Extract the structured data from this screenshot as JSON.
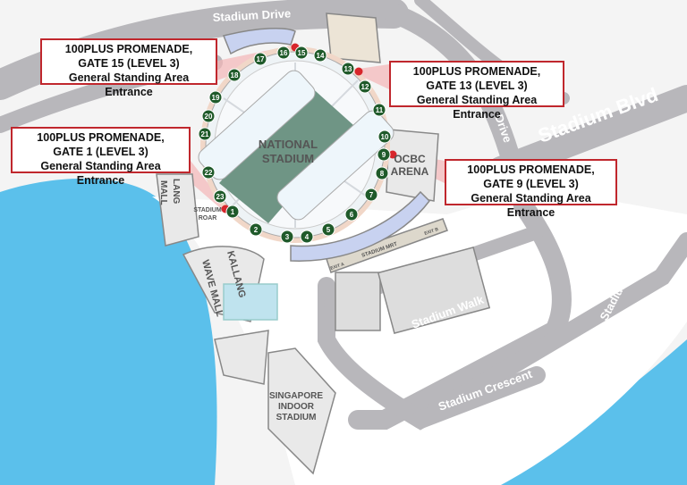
{
  "callouts": [
    {
      "line1": "100PLUS PROMENADE,",
      "line2": "GATE 15 (LEVEL 3)",
      "line3": "General Standing Area Entrance"
    },
    {
      "line1": "100PLUS PROMENADE,",
      "line2": "GATE 1 (LEVEL 3)",
      "line3": "General Standing Area Entrance"
    },
    {
      "line1": "100PLUS PROMENADE,",
      "line2": "GATE 13 (LEVEL 3)",
      "line3": "General Standing Area Entrance"
    },
    {
      "line1": "100PLUS PROMENADE,",
      "line2": "GATE 9 (LEVEL 3)",
      "line3": "General Standing Area Entrance"
    }
  ],
  "roads": {
    "stadium_drive": "Stadium Drive",
    "stadium_blvd": "Stadium Blvd",
    "drive": "Drive",
    "stadium_walk": "Stadium Walk",
    "stadium_crescent_1": "Stadium Crescent",
    "stadium_crescent_2": "Stadium Crescent"
  },
  "buildings": {
    "national_stadium_1": "NATIONAL",
    "national_stadium_2": "STADIUM",
    "ocbc_1": "OCBC",
    "ocbc_2": "ARENA",
    "kallang_wave_1": "KALLANG",
    "kallang_wave_2": "WAVE MALL",
    "lang_1": "LANG",
    "lang_2": "MALL",
    "roar_1": "STADIUM",
    "roar_2": "ROAR",
    "sis_1": "SINGAPORE",
    "sis_2": "INDOOR",
    "sis_3": "STADIUM",
    "mrt": "STADIUM MRT",
    "exit_a": "EXIT A",
    "exit_b": "EXIT B"
  },
  "gates": [
    "1",
    "2",
    "3",
    "4",
    "5",
    "6",
    "7",
    "8",
    "9",
    "10",
    "11",
    "12",
    "13",
    "14",
    "15",
    "16",
    "17",
    "18",
    "19",
    "20",
    "21",
    "22",
    "23"
  ],
  "highlighted_gates": [
    "1",
    "9",
    "13",
    "15"
  ],
  "colors": {
    "water": "#5bc0eb",
    "road": "#b8b7bb",
    "gate": "#1f5a2a",
    "highlight": "#d7262b",
    "field": "#6f9585",
    "callout_border": "#c0272d"
  }
}
